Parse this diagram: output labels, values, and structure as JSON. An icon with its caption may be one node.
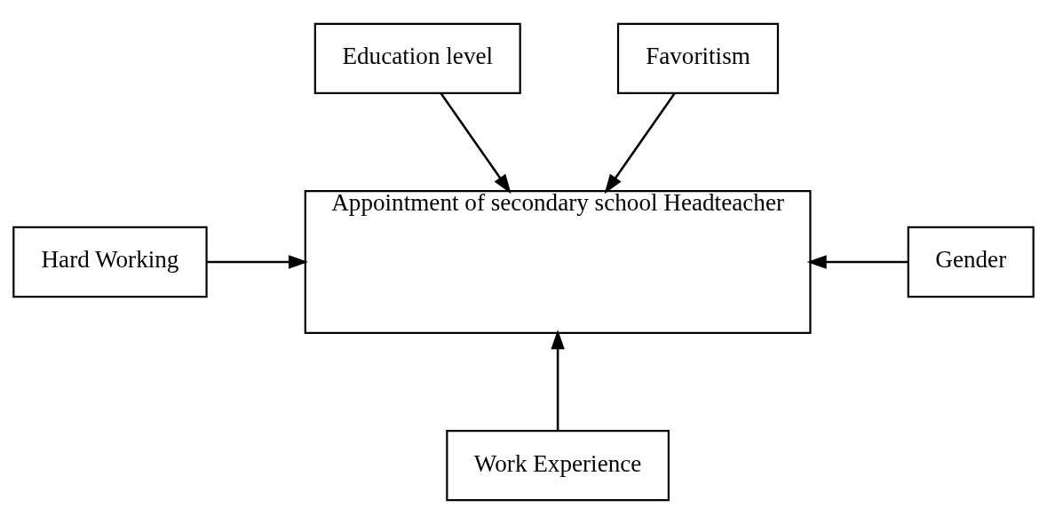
{
  "diagram": {
    "nodes": [
      {
        "text": [
          "Education level"
        ]
      },
      {
        "text": [
          "Favoritism"
        ]
      },
      {
        "text": [
          "Hard Working"
        ]
      },
      {
        "text": [
          "Appointment of secondary school Headteacher"
        ]
      },
      {
        "text": [
          "Gender"
        ]
      },
      {
        "text": [
          "Work Experience"
        ]
      }
    ],
    "edges": [
      {
        "from": 0,
        "to": 3,
        "arrow": "to"
      },
      {
        "from": 1,
        "to": 3,
        "arrow": "to"
      },
      {
        "from": 2,
        "to": 3,
        "arrow": "to"
      },
      {
        "from": 4,
        "to": 3,
        "arrow": "to"
      },
      {
        "from": 5,
        "to": 3,
        "arrow": "to"
      }
    ]
  }
}
